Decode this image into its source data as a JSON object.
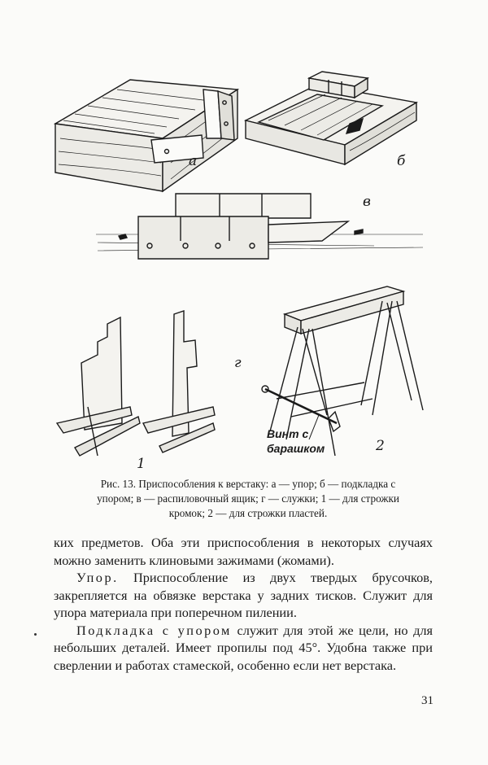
{
  "figure": {
    "labels": {
      "a": "а",
      "b": "б",
      "v": "в",
      "g": "г",
      "n1": "1",
      "n2": "2"
    },
    "callout_line1": "Винт с",
    "callout_line2": "барашком",
    "caption_lines": [
      "Рис. 13. Приспособления к верстаку: а — упор; б — подкладка с",
      "упором; в — распиловочный ящик; г — служки; 1 — для строжки",
      "кромок; 2 — для строжки пластей."
    ]
  },
  "body": {
    "para1": "ких предметов. Оба эти приспособления в некоторых случаях можно заменить клиновыми зажимами (жомами).",
    "para2_term": "Упор.",
    "para2_text": " Приспособление из двух твердых брусочков, закрепляется на обвязке верстака у задних тисков. Служит для упора материала при поперечном пилении.",
    "para3_term": "Подкладка с упором",
    "para3_text": " служит для этой же цели, но для небольших деталей. Имеет пропилы под 45°. Удобна также при сверлении и работах стамеской, особенно если нет верстака."
  },
  "page_number": "31"
}
